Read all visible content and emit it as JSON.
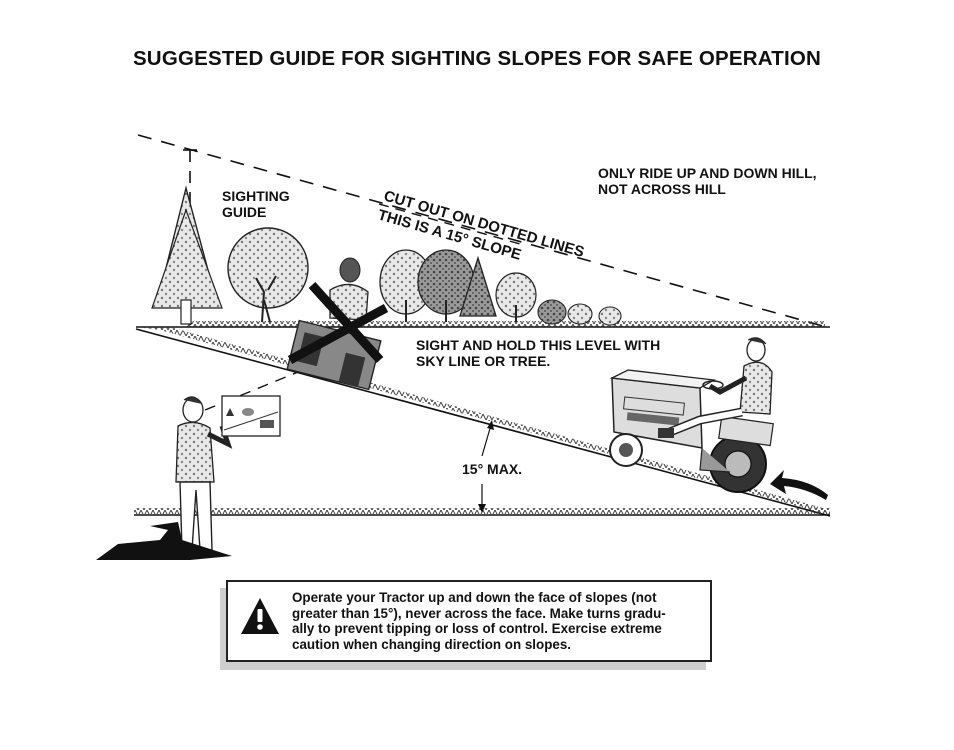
{
  "page_title": "SUGGESTED GUIDE FOR SIGHTING SLOPES FOR SAFE OPERATION",
  "labels": {
    "sighting_guide_1": "SIGHTING",
    "sighting_guide_2": "GUIDE",
    "cut_out": "CUT OUT ON DOTTED LINES",
    "this_is_slope": "THIS IS A 15° SLOPE",
    "ride_up_down_1": "ONLY RIDE UP AND DOWN HILL,",
    "ride_up_down_2": "NOT ACROSS HILL",
    "sight_hold_1": "SIGHT AND HOLD THIS LEVEL WITH",
    "sight_hold_2": "SKY LINE OR TREE.",
    "max_angle": "15° MAX."
  },
  "warning": {
    "lines": [
      "Operate your Tractor up and down the face of slopes (not",
      "greater than 15°), never across the face. Make turns gradu-",
      "ally to prevent tipping or loss of control. Exercise extreme",
      "caution when changing direction on slopes."
    ]
  },
  "icons": {
    "warning": "warning-triangle-icon",
    "arrow": "curved-arrow-icon"
  }
}
